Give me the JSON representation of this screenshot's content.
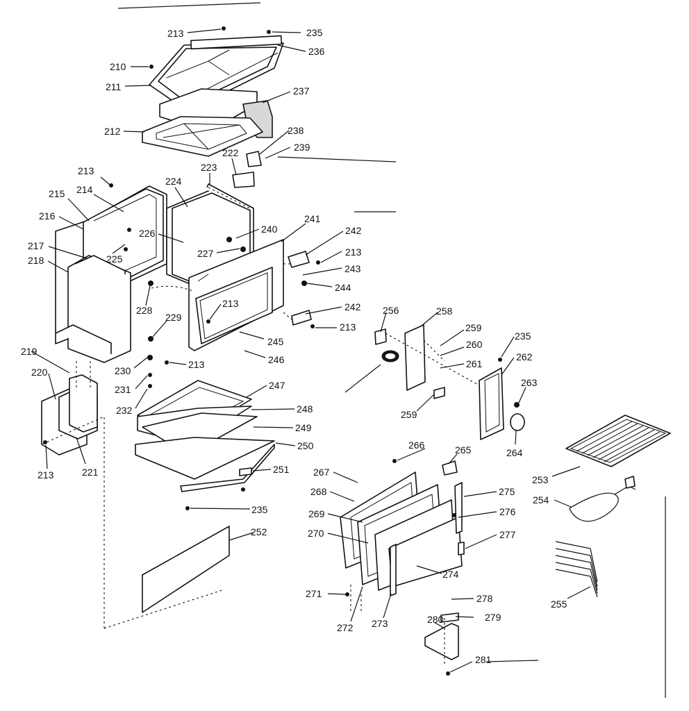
{
  "diagram": {
    "callouts": [
      {
        "id": "c213a",
        "label": "213"
      },
      {
        "id": "c235a",
        "label": "235"
      },
      {
        "id": "c236",
        "label": "236"
      },
      {
        "id": "c210",
        "label": "210"
      },
      {
        "id": "c211",
        "label": "211"
      },
      {
        "id": "c237",
        "label": "237"
      },
      {
        "id": "c212",
        "label": "212"
      },
      {
        "id": "c238",
        "label": "238"
      },
      {
        "id": "c239",
        "label": "239"
      },
      {
        "id": "c222",
        "label": "222"
      },
      {
        "id": "c223",
        "label": "223"
      },
      {
        "id": "c213b",
        "label": "213"
      },
      {
        "id": "c224",
        "label": "224"
      },
      {
        "id": "c215",
        "label": "215"
      },
      {
        "id": "c214",
        "label": "214"
      },
      {
        "id": "c216",
        "label": "216"
      },
      {
        "id": "c226",
        "label": "226"
      },
      {
        "id": "c240",
        "label": "240"
      },
      {
        "id": "c241",
        "label": "241"
      },
      {
        "id": "c242a",
        "label": "242"
      },
      {
        "id": "c217",
        "label": "217"
      },
      {
        "id": "c225",
        "label": "225"
      },
      {
        "id": "c227",
        "label": "227"
      },
      {
        "id": "c213c",
        "label": "213"
      },
      {
        "id": "c218",
        "label": "218"
      },
      {
        "id": "c243",
        "label": "243"
      },
      {
        "id": "c244",
        "label": "244"
      },
      {
        "id": "c228",
        "label": "228"
      },
      {
        "id": "c213d",
        "label": "213"
      },
      {
        "id": "c242b",
        "label": "242"
      },
      {
        "id": "c256",
        "label": "256"
      },
      {
        "id": "c258",
        "label": "258"
      },
      {
        "id": "c229",
        "label": "229"
      },
      {
        "id": "c213e",
        "label": "213"
      },
      {
        "id": "c259a",
        "label": "259"
      },
      {
        "id": "c245",
        "label": "245"
      },
      {
        "id": "c235b",
        "label": "235"
      },
      {
        "id": "c219",
        "label": "219"
      },
      {
        "id": "c260",
        "label": "260"
      },
      {
        "id": "c246",
        "label": "246"
      },
      {
        "id": "c262",
        "label": "262"
      },
      {
        "id": "c230",
        "label": "230"
      },
      {
        "id": "c213f",
        "label": "213"
      },
      {
        "id": "c261",
        "label": "261"
      },
      {
        "id": "c220",
        "label": "220"
      },
      {
        "id": "c231",
        "label": "231"
      },
      {
        "id": "c247",
        "label": "247"
      },
      {
        "id": "c263",
        "label": "263"
      },
      {
        "id": "c232",
        "label": "232"
      },
      {
        "id": "c248",
        "label": "248"
      },
      {
        "id": "c259b",
        "label": "259"
      },
      {
        "id": "c249",
        "label": "249"
      },
      {
        "id": "c264",
        "label": "264"
      },
      {
        "id": "c250",
        "label": "250"
      },
      {
        "id": "c266",
        "label": "266"
      },
      {
        "id": "c265",
        "label": "265"
      },
      {
        "id": "c213g",
        "label": "213"
      },
      {
        "id": "c221",
        "label": "221"
      },
      {
        "id": "c251",
        "label": "251"
      },
      {
        "id": "c267",
        "label": "267"
      },
      {
        "id": "c253",
        "label": "253"
      },
      {
        "id": "c268",
        "label": "268"
      },
      {
        "id": "c275",
        "label": "275"
      },
      {
        "id": "c254",
        "label": "254"
      },
      {
        "id": "c235c",
        "label": "235"
      },
      {
        "id": "c269",
        "label": "269"
      },
      {
        "id": "c276",
        "label": "276"
      },
      {
        "id": "c270",
        "label": "270"
      },
      {
        "id": "c252",
        "label": "252"
      },
      {
        "id": "c277",
        "label": "277"
      },
      {
        "id": "c274",
        "label": "274"
      },
      {
        "id": "c271",
        "label": "271"
      },
      {
        "id": "c255",
        "label": "255"
      },
      {
        "id": "c278",
        "label": "278"
      },
      {
        "id": "c279",
        "label": "279"
      },
      {
        "id": "c280",
        "label": "280"
      },
      {
        "id": "c272",
        "label": "272"
      },
      {
        "id": "c273",
        "label": "273"
      },
      {
        "id": "c281",
        "label": "281"
      }
    ]
  }
}
